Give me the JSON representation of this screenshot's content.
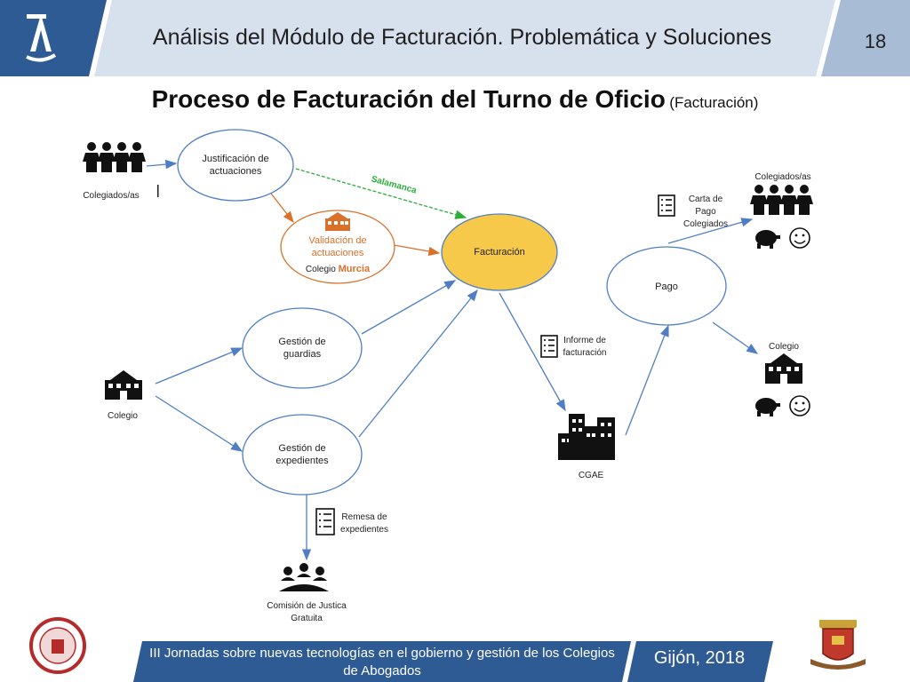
{
  "header": {
    "title": "Análisis del Módulo de Facturación. Problemática y Soluciones",
    "page_number": "18",
    "logo_letter": "A"
  },
  "slide": {
    "title": "Proceso de Facturación del Turno de Oficio",
    "subtitle": "(Facturación)"
  },
  "diagram": {
    "nodes": {
      "justificacion": "Justificación de actuaciones",
      "validacion": "Validación de actuaciones",
      "validacion_colegio": "Colegio",
      "validacion_murcia": "Murcia",
      "facturacion": "Facturación",
      "guardias": "Gestión de guardias",
      "expedientes": "Gestión de expedientes",
      "pago": "Pago"
    },
    "actors": {
      "colegiados_left": "Colegiados/as",
      "colegio_left": "Colegio",
      "cgae": "CGAE",
      "comision": "Comisión de Justica Gratuita",
      "colegiados_right": "Colegiados/as",
      "colegio_right": "Colegio"
    },
    "documents": {
      "carta_pago": "Carta de Pago Colegiados",
      "informe": "Informe de facturación",
      "remesa": "Remesa de expedientes"
    },
    "edge_labels": {
      "salamanca": "Salamanca"
    },
    "colors": {
      "arrow_blue": "#4f7ec4",
      "arrow_green": "#2bae3a",
      "orange": "#d9712b",
      "facturacion_fill": "#f7c94a",
      "header_blue": "#2e5b93",
      "header_light": "#cfdbea"
    }
  },
  "footer": {
    "text": "III Jornadas sobre nuevas tecnologías en el gobierno y gestión de los Colegios de Abogados",
    "city": "Gijón, 2018"
  }
}
